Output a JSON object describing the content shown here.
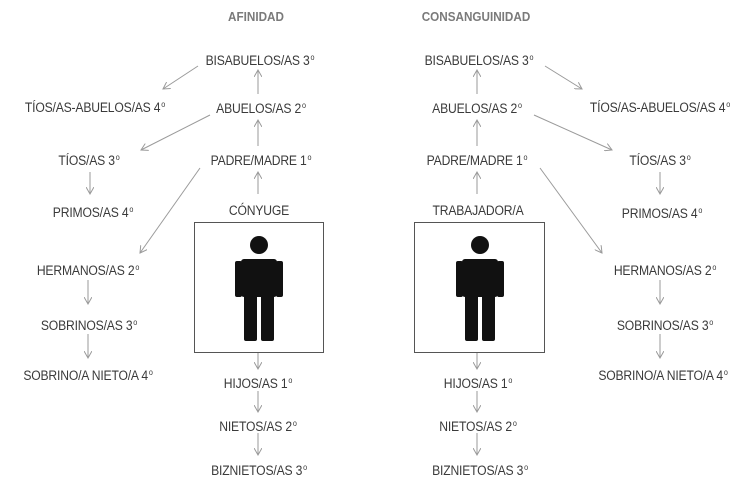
{
  "headers": {
    "left": "AFINIDAD",
    "right": "CONSANGUINIDAD"
  },
  "left": {
    "bisabuelos": "BISABUELOS/AS 3º",
    "tios_abuelos": "TÍOS/AS-ABUELOS/AS 4º",
    "abuelos": "ABUELOS/AS 2º",
    "tios": "TÍOS/AS 3º",
    "padre": "PADRE/MADRE 1º",
    "primos": "PRIMOS/AS 4º",
    "conyuge": "CÓNYUGE",
    "hermanos": "HERMANOS/AS 2º",
    "sobrinos": "SOBRINOS/AS 3º",
    "sobrino_nieto": "SOBRINO/A NIETO/A 4º",
    "hijos": "HIJOS/AS 1º",
    "nietos": "NIETOS/AS 2º",
    "biznietos": "BIZNIETOS/AS 3º"
  },
  "right": {
    "bisabuelos": "BISABUELOS/AS 3º",
    "tios_abuelos": "TÍOS/AS-ABUELOS/AS 4º",
    "abuelos": "ABUELOS/AS 2º",
    "tios": "TÍOS/AS 3º",
    "padre": "PADRE/MADRE 1º",
    "primos": "PRIMOS/AS 4º",
    "trabajador": "TRABAJADOR/A",
    "hermanos": "HERMANOS/AS 2º",
    "sobrinos": "SOBRINOS/AS 3º",
    "sobrino_nieto": "SOBRINO/A NIETO/A 4º",
    "hijos": "HIJOS/AS 1º",
    "nietos": "NIETOS/AS 2º",
    "biznietos": "BIZNIETOS/AS 3º"
  }
}
